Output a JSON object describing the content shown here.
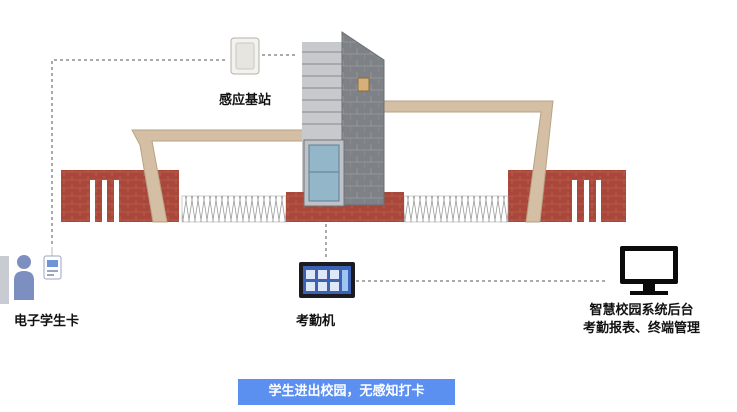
{
  "labels": {
    "base_station": "感应基站",
    "e_card": "电子学生卡",
    "attendance_terminal": "考勤机",
    "backend_line1": "智慧校园系统后台",
    "backend_line2": "考勤报表、终端管理"
  },
  "caption": "学生进出校园，无感知打卡",
  "colors": {
    "brick": "#a8473a",
    "stone": "#d4bfa4",
    "tower": "#8b8e93",
    "connector": "#555555",
    "banner": "#5b8ff0"
  }
}
